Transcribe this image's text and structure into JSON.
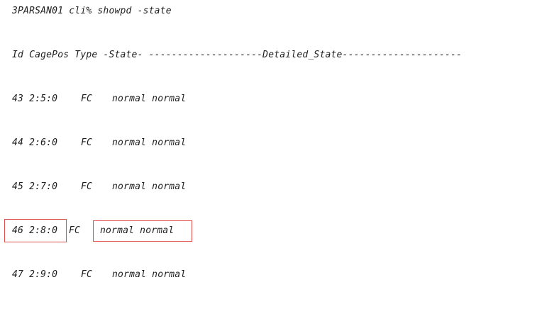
{
  "terminal": {
    "command_line": "3PARSAN01 cli% showpd -state",
    "header_line": "Id CagePos Type -State- --------------------Detailed_State---------------------",
    "rows": [
      {
        "pos": "43 2:5:0",
        "type": "FC",
        "state": "normal normal"
      },
      {
        "pos": "44 2:6:0",
        "type": "FC",
        "state": "normal normal"
      },
      {
        "pos": "45 2:7:0",
        "type": "FC",
        "state": "normal normal"
      },
      {
        "pos": "46 2:8:0",
        "type": "FC",
        "state": "normal normal"
      },
      {
        "pos": "47 2:9:0",
        "type": "FC",
        "state": "normal normal"
      }
    ]
  },
  "colors": {
    "text": "#1e1e1e",
    "highlight_border": "#e04b4b",
    "background": "#ffffff"
  }
}
